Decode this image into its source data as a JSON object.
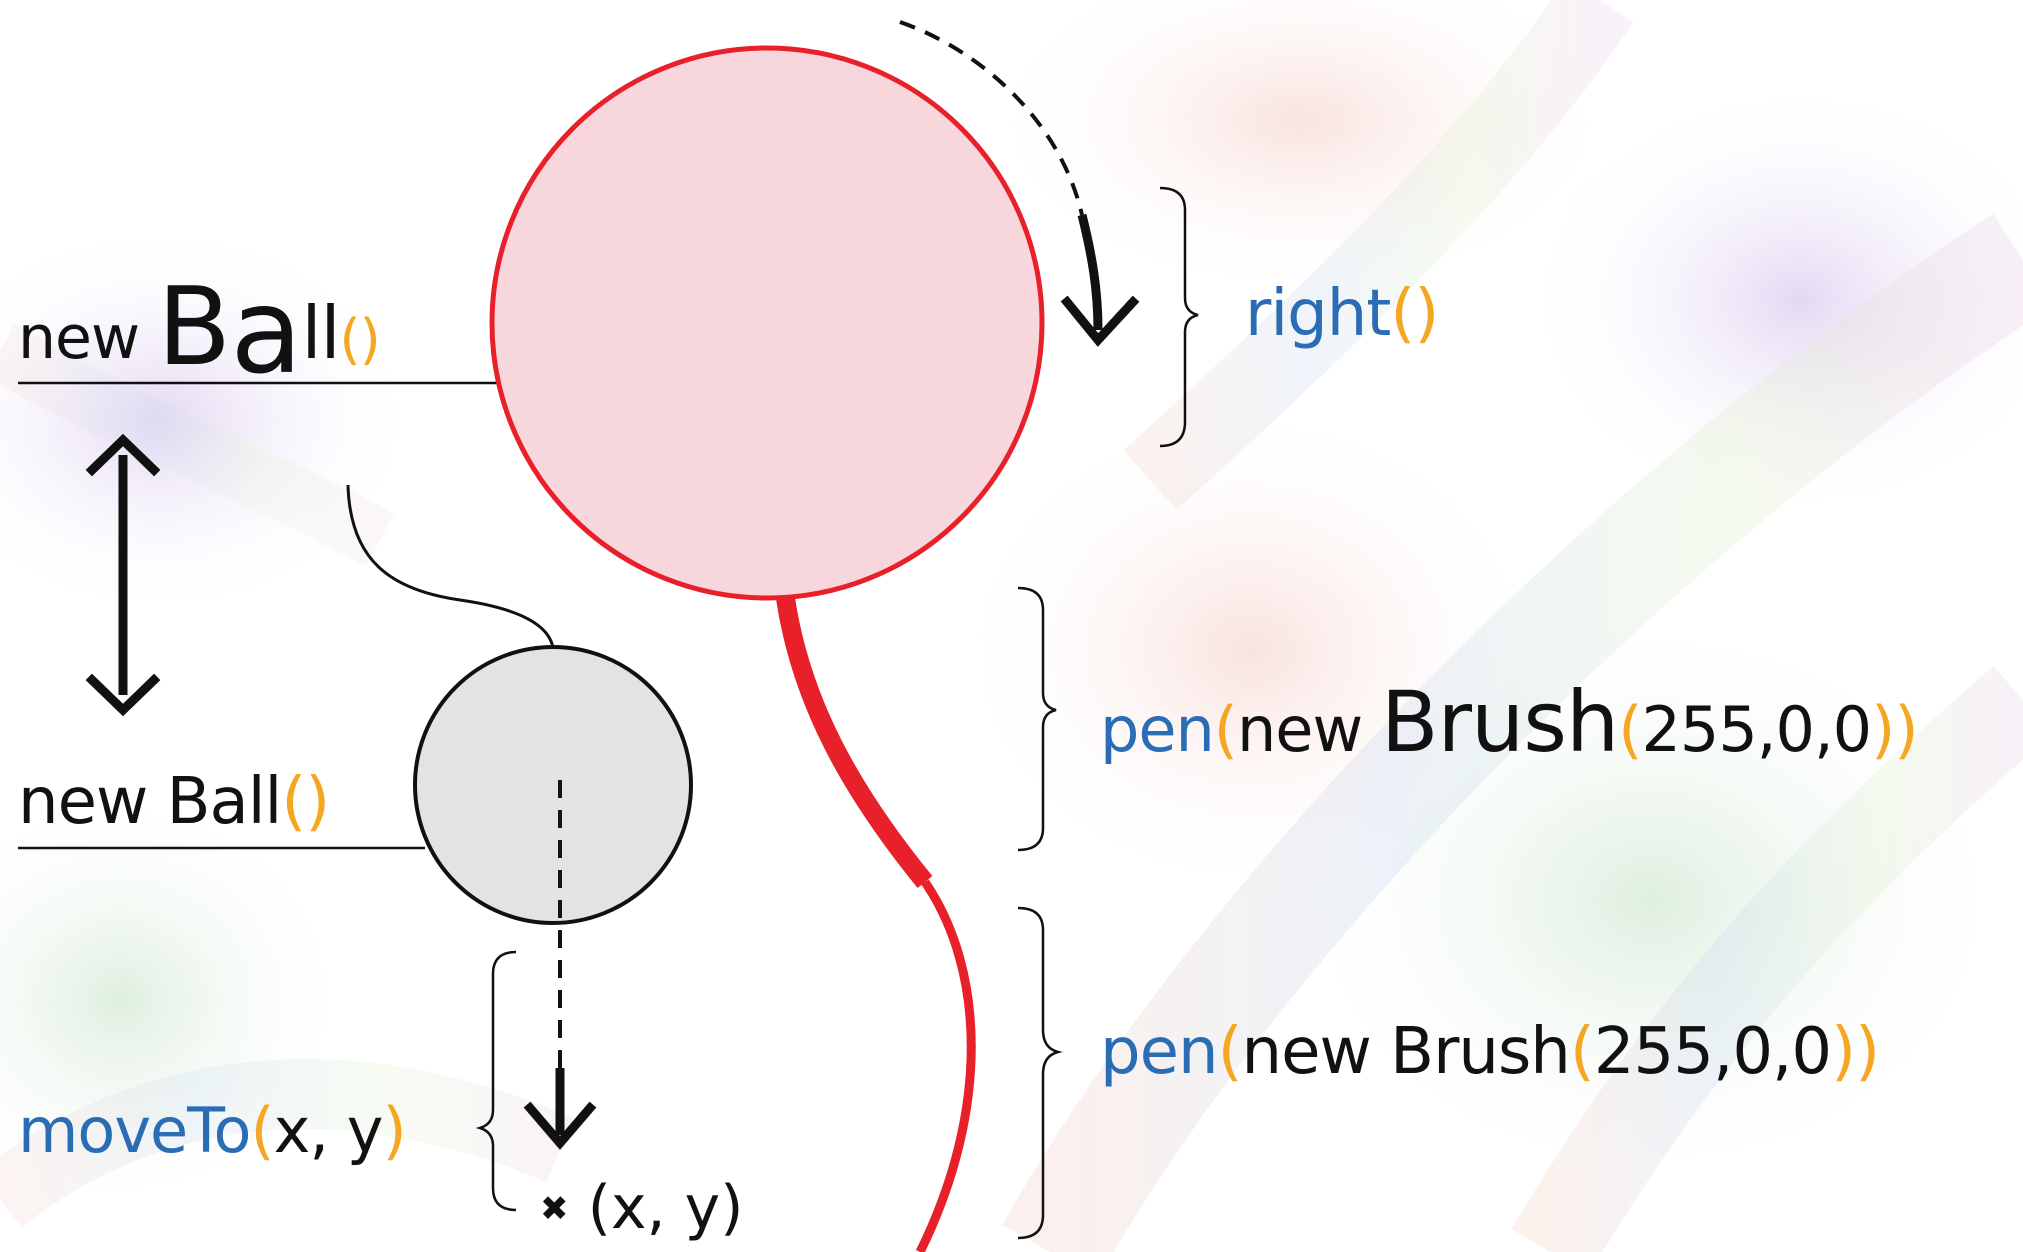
{
  "labels": {
    "new_ball_big": {
      "prefix": "new",
      "name_b": "B",
      "name_a": "a",
      "name_ll": "ll",
      "parens": "()"
    },
    "new_ball_small": {
      "text": "new Ball",
      "parens": "()"
    },
    "right": {
      "name": "right",
      "parens": "()"
    },
    "pen_big": {
      "fn": "pen",
      "open": "(",
      "kw": "new ",
      "cls": "Brush",
      "args_open": "(",
      "args": "255,0,0",
      "close": "))"
    },
    "pen_small": {
      "fn": "pen",
      "open": "(",
      "kw": "new Brush",
      "args_open": "(",
      "args": "255,0,0",
      "close": "))"
    },
    "move_to": {
      "fn": "moveTo",
      "open": "(",
      "args": "x, y",
      "close": ")"
    },
    "target": {
      "mark": "✖",
      "text": "(x, y)"
    }
  },
  "colors": {
    "method": "#2a6db5",
    "paren": "#f5a623",
    "big_ball_fill": "#f8d7dc",
    "big_ball_stroke": "#e8202a",
    "small_ball_fill": "#e2e3e5",
    "pen_line": "#e8202a"
  }
}
